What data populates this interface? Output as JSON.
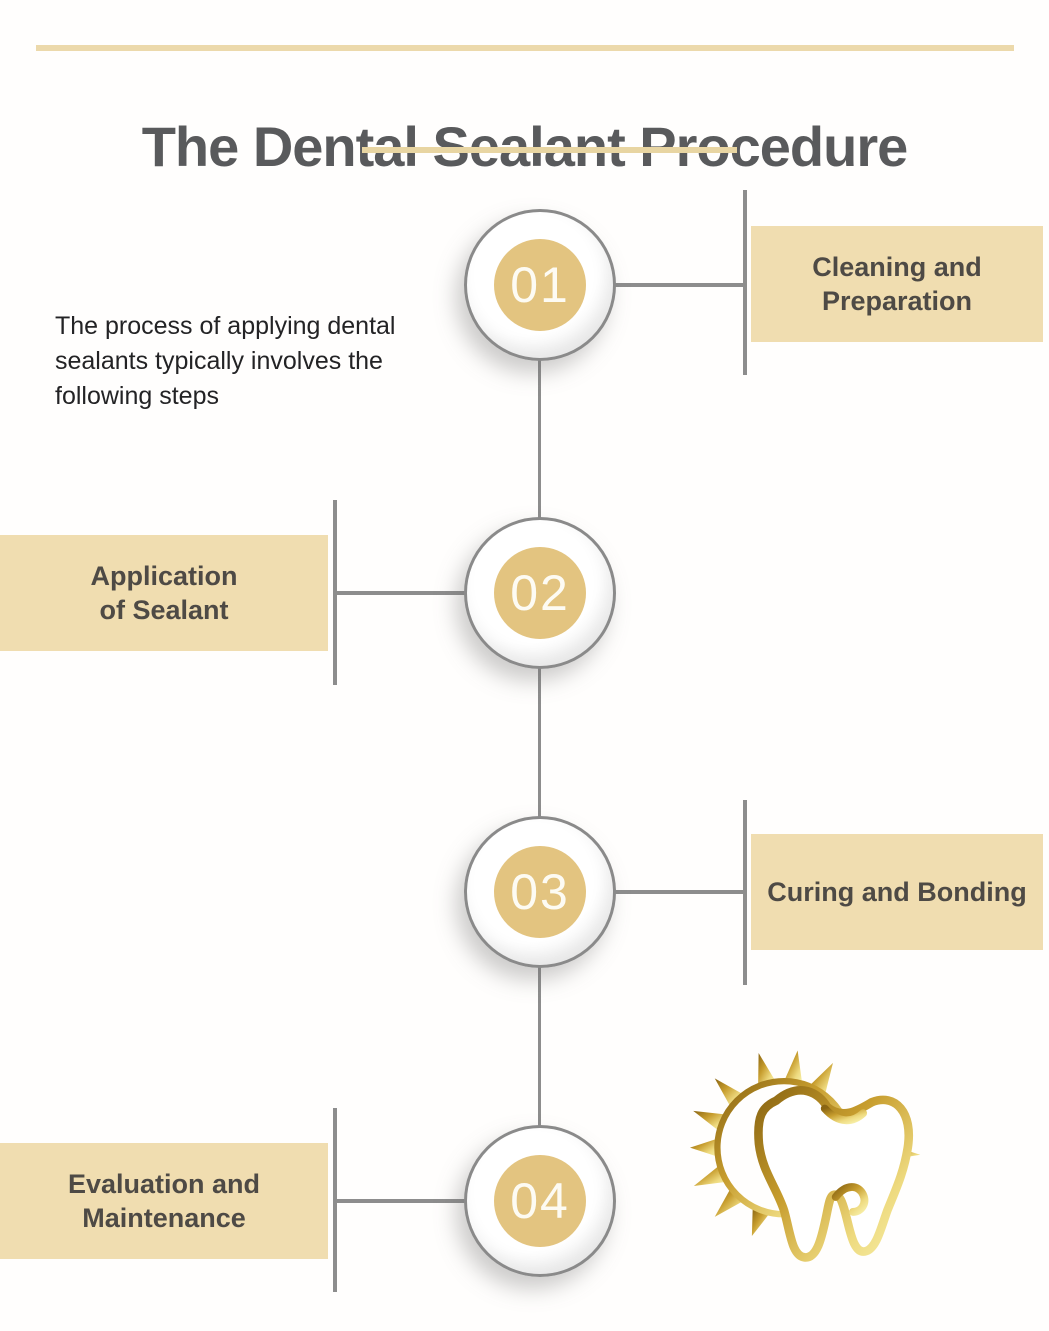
{
  "header": {
    "title": "The Dental Sealant Procedure"
  },
  "intro": {
    "text": "The process of applying dental\nsealants typically involves the\nfollowing steps"
  },
  "steps": [
    {
      "number": "01",
      "label": "Cleaning and\nPreparation",
      "side": "right"
    },
    {
      "number": "02",
      "label": "Application\nof Sealant",
      "side": "left"
    },
    {
      "number": "03",
      "label": "Curing and Bonding",
      "side": "right"
    },
    {
      "number": "04",
      "label": "Evaluation and\nMaintenance",
      "side": "left"
    }
  ],
  "logo": {
    "icon": "tooth-sun-logo"
  },
  "colors": {
    "bg": "#fffefd",
    "accent_tan": "#f0ddb0",
    "accent_line": "#ecd9ab",
    "accent_underline": "#e8d5a2",
    "gold_badge": "#e3c480",
    "title_color": "#595a5c",
    "label_color": "#4e4a45",
    "intro_color": "#232325",
    "line_color": "#8d8d8d",
    "logo_gold_dark": "#8a6512",
    "logo_gold_light": "#f7efa8"
  }
}
